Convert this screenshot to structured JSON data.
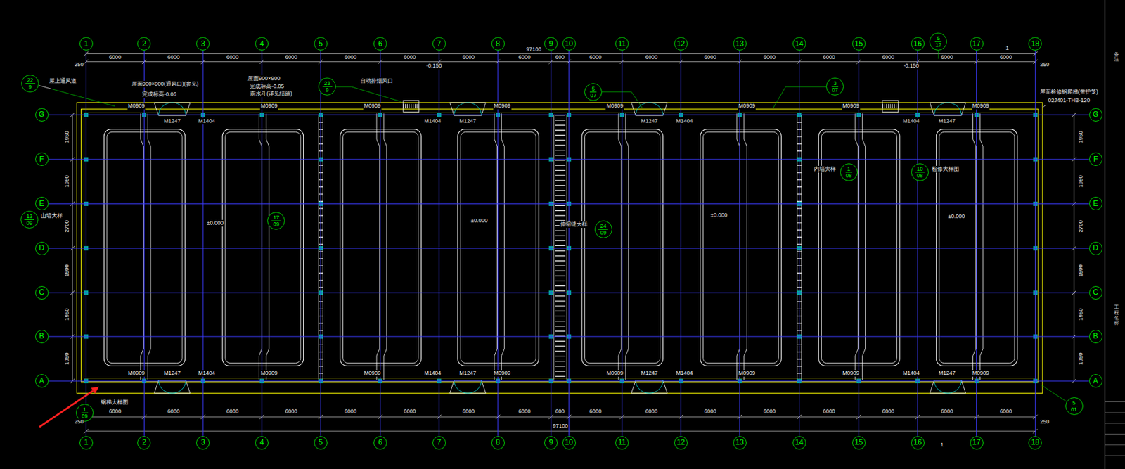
{
  "diagram": {
    "nodes": [
      {
        "text": [
          "1"
        ]
      },
      {
        "text": [
          "2"
        ]
      },
      {
        "text": [
          "3"
        ]
      },
      {
        "text": [
          "4"
        ]
      },
      {
        "text": [
          "5"
        ]
      },
      {
        "text": [
          "6"
        ]
      },
      {
        "text": [
          "7"
        ]
      },
      {
        "text": [
          "8"
        ]
      },
      {
        "text": [
          "9"
        ]
      },
      {
        "text": [
          "10"
        ]
      },
      {
        "text": [
          "11"
        ]
      },
      {
        "text": [
          "12"
        ]
      },
      {
        "text": [
          "13"
        ]
      },
      {
        "text": [
          "14"
        ]
      },
      {
        "text": [
          "15"
        ]
      },
      {
        "text": [
          "16"
        ]
      },
      {
        "text": [
          "17"
        ]
      },
      {
        "text": [
          "18"
        ]
      },
      {
        "text": [
          "1"
        ]
      },
      {
        "text": [
          "2"
        ]
      },
      {
        "text": [
          "3"
        ]
      },
      {
        "text": [
          "4"
        ]
      },
      {
        "text": [
          "5"
        ]
      },
      {
        "text": [
          "6"
        ]
      },
      {
        "text": [
          "7"
        ]
      },
      {
        "text": [
          "8"
        ]
      },
      {
        "text": [
          "9"
        ]
      },
      {
        "text": [
          "10"
        ]
      },
      {
        "text": [
          "11"
        ]
      },
      {
        "text": [
          "12"
        ]
      },
      {
        "text": [
          "13"
        ]
      },
      {
        "text": [
          "14"
        ]
      },
      {
        "text": [
          "15"
        ]
      },
      {
        "text": [
          "16"
        ]
      },
      {
        "text": [
          "17"
        ]
      },
      {
        "text": [
          "18"
        ]
      },
      {
        "text": [
          "G"
        ]
      },
      {
        "text": [
          "F"
        ]
      },
      {
        "text": [
          "E"
        ]
      },
      {
        "text": [
          "D"
        ]
      },
      {
        "text": [
          "C"
        ]
      },
      {
        "text": [
          "B"
        ]
      },
      {
        "text": [
          "A"
        ]
      },
      {
        "text": [
          "G"
        ]
      },
      {
        "text": [
          "F"
        ]
      },
      {
        "text": [
          "E"
        ]
      },
      {
        "text": [
          "D"
        ]
      },
      {
        "text": [
          "C"
        ]
      },
      {
        "text": [
          "B"
        ]
      },
      {
        "text": [
          "A"
        ]
      },
      {
        "text": [
          "22",
          "9"
        ]
      },
      {
        "text": [
          "23",
          "9"
        ]
      },
      {
        "text": [
          "5",
          "07"
        ]
      },
      {
        "text": [
          "3",
          "07"
        ]
      },
      {
        "text": [
          "5",
          "17"
        ]
      },
      {
        "text": [
          "13",
          "09"
        ]
      },
      {
        "text": [
          "17",
          "09"
        ]
      },
      {
        "text": [
          "24",
          "09"
        ]
      },
      {
        "text": [
          "1",
          "08"
        ]
      },
      {
        "text": [
          "10",
          "08"
        ]
      },
      {
        "text": [
          "1",
          "09"
        ]
      },
      {
        "text": [
          "5",
          "01"
        ]
      }
    ],
    "edges": [
      {
        "from": 0,
        "to": 18,
        "arrow": "none"
      },
      {
        "from": 1,
        "to": 19,
        "arrow": "none"
      },
      {
        "from": 2,
        "to": 20,
        "arrow": "none"
      },
      {
        "from": 3,
        "to": 21,
        "arrow": "none"
      },
      {
        "from": 4,
        "to": 22,
        "arrow": "none"
      },
      {
        "from": 5,
        "to": 23,
        "arrow": "none"
      },
      {
        "from": 6,
        "to": 24,
        "arrow": "none"
      },
      {
        "from": 7,
        "to": 25,
        "arrow": "none"
      },
      {
        "from": 8,
        "to": 26,
        "arrow": "none"
      },
      {
        "from": 9,
        "to": 27,
        "arrow": "none"
      },
      {
        "from": 10,
        "to": 28,
        "arrow": "none"
      },
      {
        "from": 11,
        "to": 29,
        "arrow": "none"
      },
      {
        "from": 12,
        "to": 30,
        "arrow": "none"
      },
      {
        "from": 13,
        "to": 31,
        "arrow": "none"
      },
      {
        "from": 14,
        "to": 32,
        "arrow": "none"
      },
      {
        "from": 15,
        "to": 33,
        "arrow": "none"
      },
      {
        "from": 16,
        "to": 34,
        "arrow": "none"
      },
      {
        "from": 17,
        "to": 35,
        "arrow": "none"
      },
      {
        "from": 36,
        "to": 43,
        "arrow": "none"
      },
      {
        "from": 37,
        "to": 44,
        "arrow": "none"
      },
      {
        "from": 38,
        "to": 45,
        "arrow": "none"
      },
      {
        "from": 39,
        "to": 46,
        "arrow": "none"
      },
      {
        "from": 40,
        "to": 47,
        "arrow": "none"
      },
      {
        "from": 41,
        "to": 48,
        "arrow": "none"
      },
      {
        "from": 42,
        "to": 49,
        "arrow": "none"
      }
    ],
    "labels": [
      "6000",
      "6000",
      "6000",
      "6000",
      "6000",
      "6000",
      "6000",
      "6000",
      "600",
      "6000",
      "6000",
      "6000",
      "6000",
      "6000",
      "6000",
      "6000",
      "6000",
      "6000",
      "6000",
      "6000",
      "6000",
      "6000",
      "6000",
      "6000",
      "6000",
      "600",
      "6000",
      "6000",
      "6000",
      "6000",
      "6000",
      "6000",
      "6000",
      "6000",
      "97100",
      "97100",
      "250",
      "250",
      "250",
      "250",
      "1950",
      "1950",
      "2700",
      "1500",
      "1950",
      "1950",
      "1950",
      "1950",
      "2700",
      "1500",
      "1950",
      "1950",
      "M0909",
      "M1247",
      "M1404",
      "M0909",
      "M0909",
      "M1404",
      "M1247",
      "M0909",
      "M0909",
      "M1247",
      "M1404",
      "M0909",
      "M0909",
      "M1404",
      "M1247",
      "M0909",
      "M0909",
      "M1247",
      "M1404",
      "M0909",
      "M0909",
      "M1404",
      "M1247",
      "M0909",
      "M0909",
      "M1247",
      "M1404",
      "M0909",
      "M0909",
      "M1404",
      "M1247",
      "M0909",
      "屋上通风道",
      "屋面900×900(通风口)(参见)",
      "完成标高-0.06",
      "屋面900×900",
      "完成标高-0.05",
      "雨水斗(详见结施)",
      "自动排烟风口",
      "-0.150",
      "-0.150",
      "±0.000",
      "±0.000",
      "±0.000",
      "±0.000",
      "屋面检修钢爬梯(带护笼)",
      "02J401-THB-120",
      "1",
      "1",
      "备注",
      "工程名称",
      "山墙大样",
      "检修大样图",
      "伸缩缝大样",
      "内墙大样",
      "钢梯大样图"
    ]
  }
}
